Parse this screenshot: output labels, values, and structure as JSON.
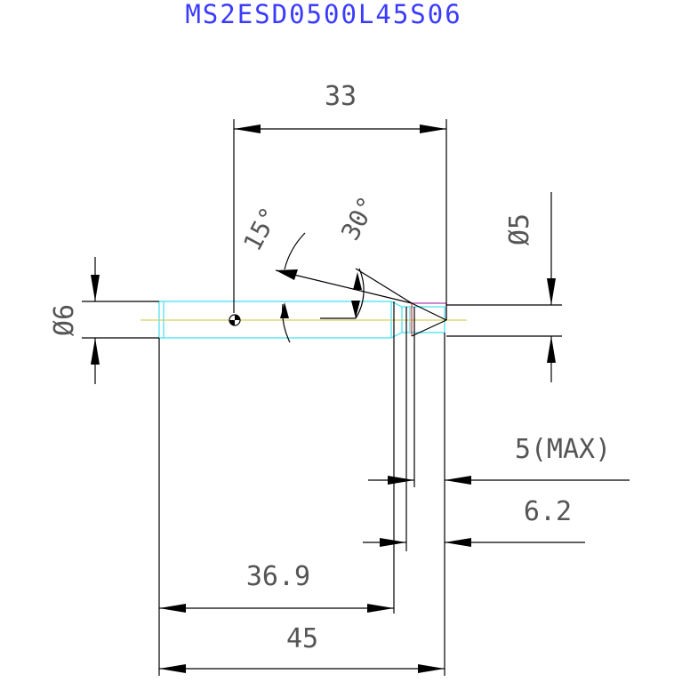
{
  "drawing": {
    "part_number": "MS2ESD0500L45S06",
    "dimensions": {
      "overall_length": "45",
      "length_to_edge": "36.9",
      "tip_length": "33",
      "flute_length_max": "5(MAX)",
      "flute_length": "6.2",
      "shank_diameter": "Ø6",
      "tip_diameter": "Ø5",
      "angle_small": "15°",
      "angle_large": "30°"
    },
    "colors": {
      "background": "#ffffff",
      "title": "#3b3bff",
      "dimension_text": "#555555",
      "tool_outline": "#40e0f0",
      "centerline": "#d8d060"
    }
  }
}
